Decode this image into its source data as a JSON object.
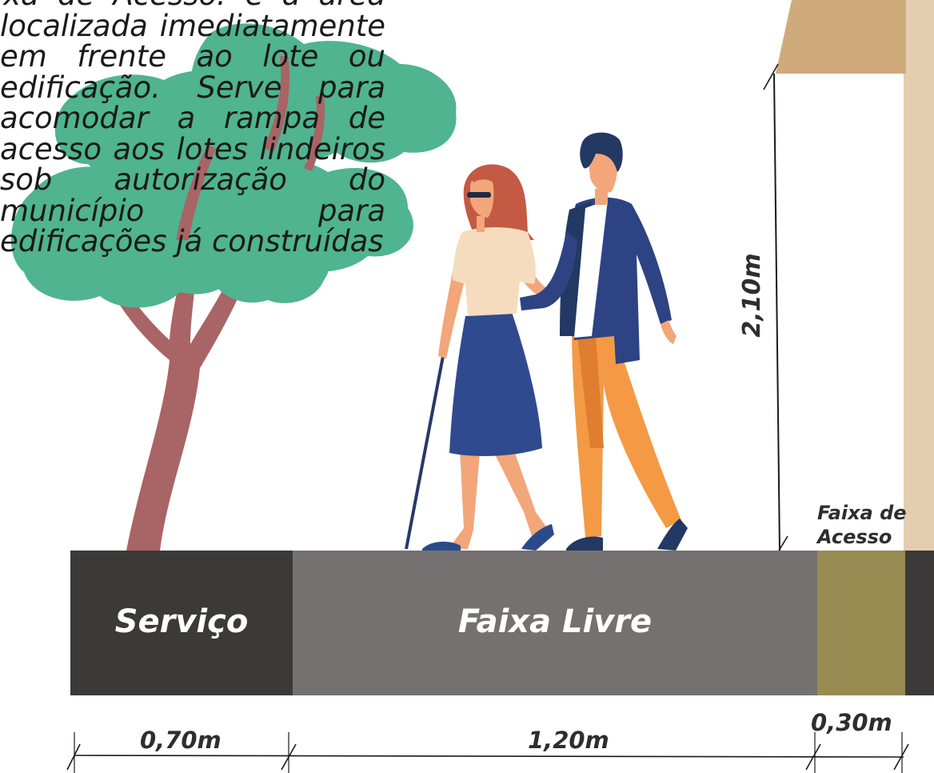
{
  "intro_text": "Faixa de Acesso: é a área localizada imediatamente em frente ao lote ou edificação. Serve para acomodar a rampa de acesso aos lotes lindeiros sob autorização do município para edificações já construídas",
  "strips": {
    "servico": "Serviço",
    "faixa_livre": "Faixa Livre",
    "faixa_acesso": "Faixa de Acesso"
  },
  "dimensions": {
    "height": "2,10m",
    "servico_width": "0,70m",
    "faixa_livre_width": "1,20m",
    "faixa_acesso_width": "0,30m"
  },
  "colors": {
    "servico": "#3b3a39",
    "faixa_livre": "#757170",
    "faixa_acesso": "#978b52",
    "tree_foliage": "#4fb48f",
    "tree_trunk": "#a96465",
    "building_wall": "#e5cdb1",
    "building_roof": "#cfab7c"
  },
  "icons": [
    "tree-illustration",
    "woman-with-white-cane",
    "man-guide",
    "building-wall"
  ]
}
